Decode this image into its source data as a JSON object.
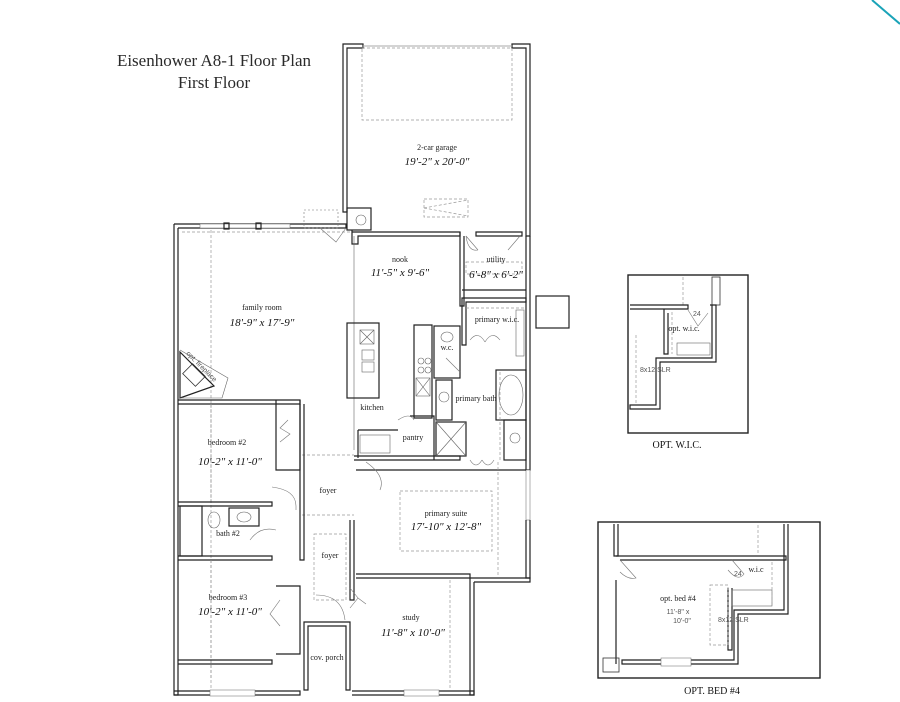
{
  "title": {
    "line1": "Eisenhower A8-1 Floor Plan",
    "line2": "First Floor"
  },
  "rooms": {
    "garage": {
      "name": "2-car garage",
      "dims": "19'-2\" x 20'-0\""
    },
    "nook": {
      "name": "nook",
      "dims": "11'-5\" x 9'-6\""
    },
    "utility": {
      "name": "utility",
      "dims": "6'-8\" x 6'-2\""
    },
    "family_room": {
      "name": "family room",
      "dims": "18'-9\" x 17'-9\""
    },
    "fireplace": {
      "name": "opt. fireplace"
    },
    "primary_wic": {
      "name": "primary w.i.c."
    },
    "wc": {
      "name": "w.c."
    },
    "kitchen": {
      "name": "kitchen"
    },
    "primary_bath": {
      "name": "primary bath"
    },
    "pantry": {
      "name": "pantry"
    },
    "bedroom2": {
      "name": "bedroom #2",
      "dims": "10'-2\" x 11'-0\""
    },
    "foyer1": {
      "name": "foyer"
    },
    "bath2": {
      "name": "bath #2"
    },
    "primary_suite": {
      "name": "primary suite",
      "dims": "17'-10\" x 12'-8\""
    },
    "foyer2": {
      "name": "foyer"
    },
    "bedroom3": {
      "name": "bedroom #3",
      "dims": "10'-2\" x 11'-0\""
    },
    "study": {
      "name": "study",
      "dims": "11'-8\" x 10'-0\""
    },
    "cov_porch": {
      "name": "cov. porch"
    }
  },
  "insets": {
    "opt_wic": {
      "caption": "OPT.  W.I.C.",
      "room_label": "opt. w.i.c.",
      "note": "8x12 SLR",
      "door_size": "24"
    },
    "opt_bed4": {
      "caption": "OPT. BED #4",
      "room_label": "opt. bed #4",
      "dims_line1": "11'-8\" x",
      "dims_line2": "10'-0\"",
      "wic_label": "w.i.c",
      "note": "8x12 SLR",
      "door_size": "24"
    }
  },
  "colors": {
    "wall": "#222222",
    "corner_accent": "#1aa3b8"
  }
}
